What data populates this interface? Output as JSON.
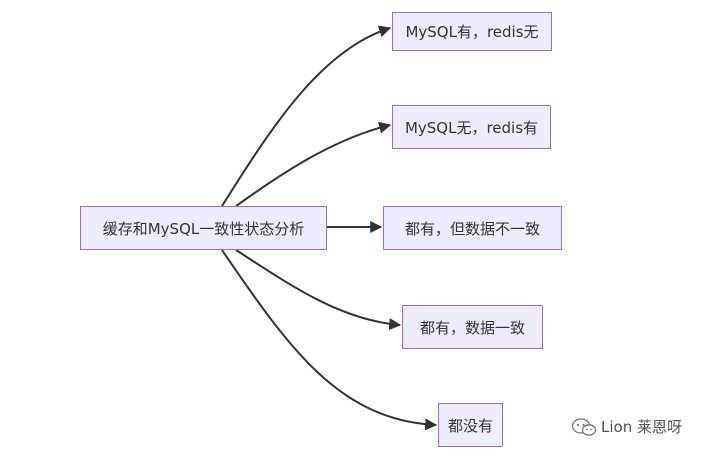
{
  "diagram": {
    "root": "缓存和MySQL一致性状态分析",
    "branches": [
      "MySQL有，redis无",
      "MySQL无，redis有",
      "都有，但数据不一致",
      "都有，数据一致",
      "都没有"
    ]
  },
  "watermark": {
    "text": "Lion 莱恩呀",
    "icon": "wechat-icon"
  }
}
